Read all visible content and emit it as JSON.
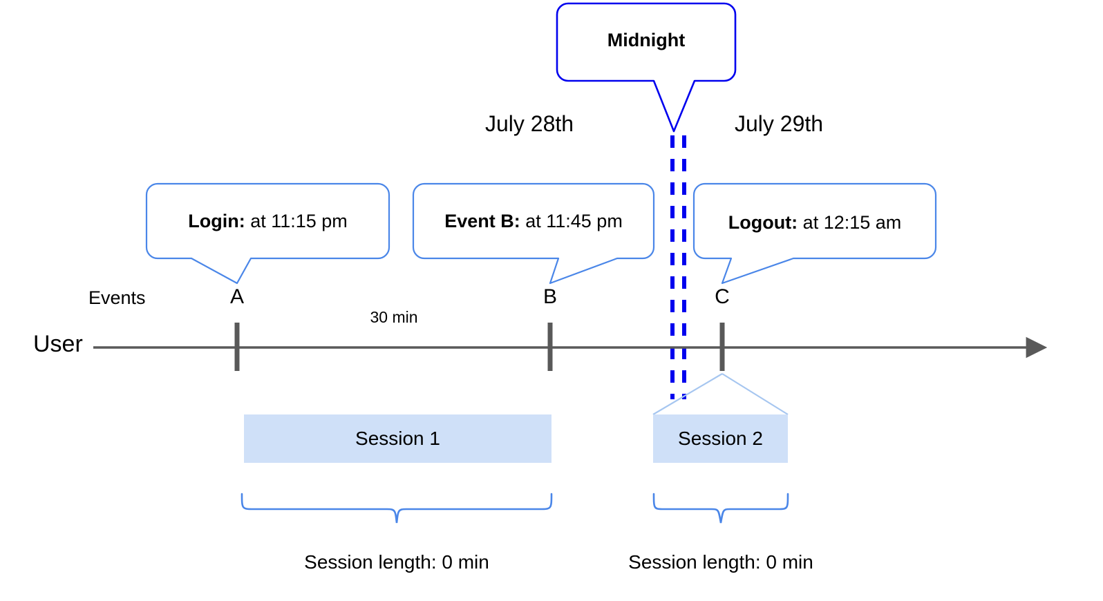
{
  "diagram": {
    "title_callout": {
      "label": "Midnight"
    },
    "dates": {
      "left": "July 28th",
      "right": "July 29th"
    },
    "axis": {
      "row_label": "User",
      "events_label": "Events",
      "gap_label": "30 min"
    },
    "events": [
      {
        "marker": "A",
        "callout_bold": "Login:",
        "callout_rest": " at 11:15 pm"
      },
      {
        "marker": "B",
        "callout_bold": "Event B:",
        "callout_rest": " at 11:45 pm"
      },
      {
        "marker": "C",
        "callout_bold": "Logout:",
        "callout_rest": " at 12:15 am"
      }
    ],
    "sessions": [
      {
        "bar_label": "Session 1",
        "length_label": "Session length: 0 min"
      },
      {
        "bar_label": "Session 2",
        "length_label": "Session length: 0 min"
      }
    ],
    "colors": {
      "midnight_blue": "#0000ee",
      "callout_blue": "#4a86e8",
      "session_fill": "#cfe0f8",
      "axis_gray": "#595959",
      "text_black": "#000000"
    }
  }
}
